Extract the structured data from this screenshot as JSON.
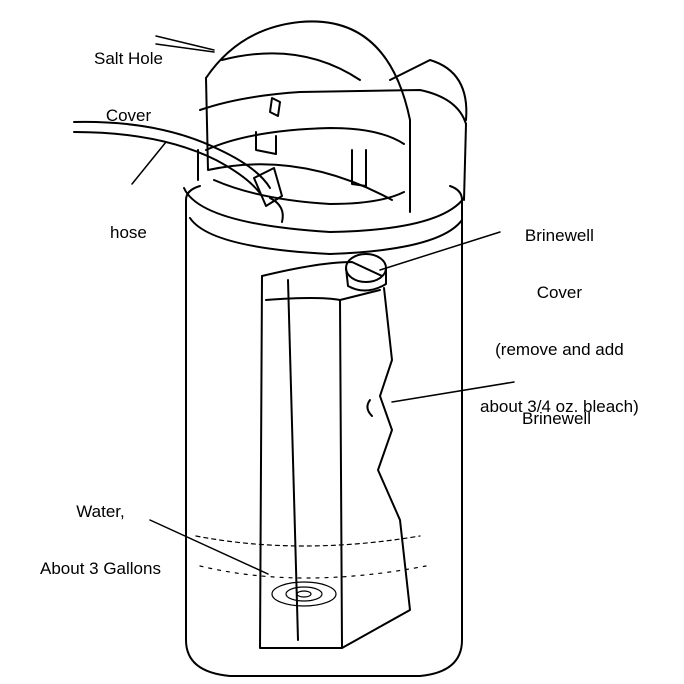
{
  "labels": {
    "salt_hole_cover": {
      "line1": "Salt Hole",
      "line2": "Cover"
    },
    "hose": "hose",
    "brinewell_cover": {
      "line1": "Brinewell",
      "line2": "Cover",
      "line3": "(remove and add",
      "line4": "about 3/4 oz. bleach)"
    },
    "brinewell": "Brinewell",
    "water": {
      "line1": "Water,",
      "line2": "About 3 Gallons"
    }
  }
}
